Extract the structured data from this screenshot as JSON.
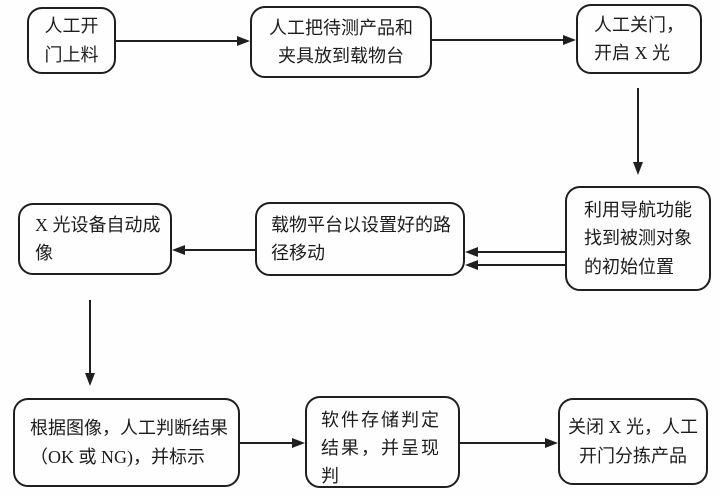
{
  "colors": {
    "background": "#fefefe",
    "line": "#1f1f1f",
    "text": "#1c1c1c"
  },
  "diagram": {
    "type": "flowchart",
    "nodes": [
      {
        "id": "manual-open-door-load",
        "label": "人工开\n门上料"
      },
      {
        "id": "place-product-on-stage",
        "label": "人工把待测产品和\n夹具放到载物台"
      },
      {
        "id": "close-door-start-xray",
        "label": "人工关门，\n开启 X 光"
      },
      {
        "id": "xray-auto-imaging",
        "label": "X 光设备自动成\n像"
      },
      {
        "id": "stage-moves-preset-path",
        "label": "载物平台以设置好的路\n径移动"
      },
      {
        "id": "navigate-to-initial-position",
        "label": "利用导航功能\n找到被测对象\n的初始位置"
      },
      {
        "id": "manual-judgement",
        "label": "根据图像，人工判断结果\n（OK 或 NG)，并标示"
      },
      {
        "id": "software-store-results",
        "label": "软件存储判定\n结果，并呈现判\n定结果图"
      },
      {
        "id": "close-xray-sort-products",
        "label": "关闭 X 光，人工\n开门分拣产品"
      }
    ],
    "edges": [
      {
        "from": "manual-open-door-load",
        "to": "place-product-on-stage",
        "style": "single"
      },
      {
        "from": "place-product-on-stage",
        "to": "close-door-start-xray",
        "style": "single"
      },
      {
        "from": "close-door-start-xray",
        "to": "navigate-to-initial-position",
        "style": "single"
      },
      {
        "from": "navigate-to-initial-position",
        "to": "stage-moves-preset-path",
        "style": "double"
      },
      {
        "from": "stage-moves-preset-path",
        "to": "xray-auto-imaging",
        "style": "single"
      },
      {
        "from": "xray-auto-imaging",
        "to": "manual-judgement",
        "style": "single"
      },
      {
        "from": "manual-judgement",
        "to": "software-store-results",
        "style": "single"
      },
      {
        "from": "software-store-results",
        "to": "close-xray-sort-products",
        "style": "single"
      }
    ]
  }
}
